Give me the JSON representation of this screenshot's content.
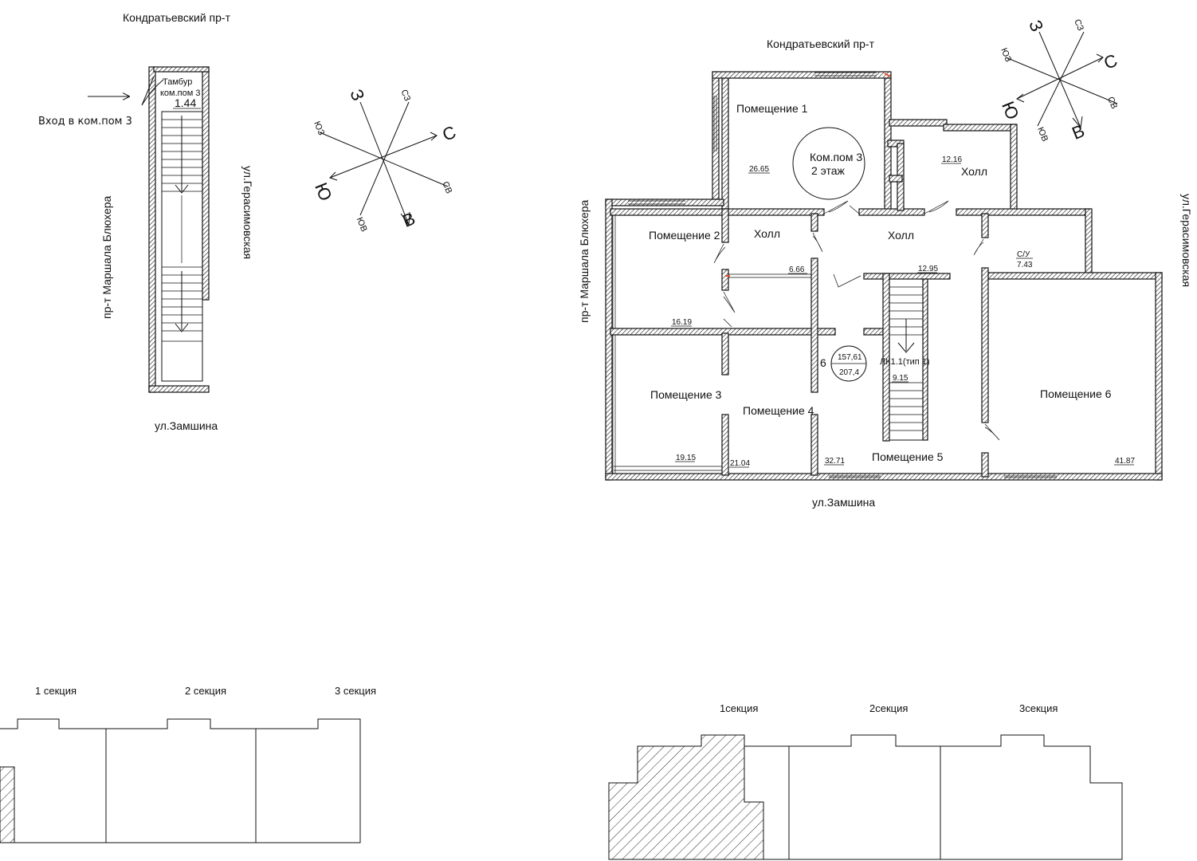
{
  "colors": {
    "ink": "#111111",
    "background": "#ffffff",
    "accent_red": "#e0502a"
  },
  "left_plan": {
    "street_top": "Кондратьевский пр-т",
    "street_left": "пр-т Маршала Блюхера",
    "street_right": "ул.Герасимовская",
    "street_bottom": "ул.Замшина",
    "entrance_label": "Вход в ком.пом 3",
    "vestibule": {
      "title": "Тамбур",
      "subtitle": "ком.пом 3",
      "area": "1.44"
    }
  },
  "compass_left": {
    "labels": {
      "n": "С",
      "s": "Ю",
      "e": "В",
      "w": "З",
      "ne": "СВ",
      "nw": "СЗ",
      "se": "ЮВ",
      "sw": "ЮЗ"
    }
  },
  "compass_right": {
    "labels": {
      "n": "С",
      "s": "Ю",
      "e": "В",
      "w": "З",
      "ne": "СВ",
      "nw": "СЗ",
      "se": "ЮВ",
      "sw": "ЮЗ"
    }
  },
  "right_plan": {
    "street_top": "Кондратьевский пр-т",
    "street_left": "пр-т Маршала Блюхера",
    "street_right": "ул.Герасимовская",
    "street_bottom": "ул.Замшина",
    "unit_badge": {
      "line1": "Ком.пом 3",
      "line2": "2 этаж"
    },
    "rooms": [
      {
        "name": "Помещение 1",
        "area": "26.65"
      },
      {
        "name": "Холл",
        "area": "12.16"
      },
      {
        "name": "Помещение 2",
        "area": "16.19"
      },
      {
        "name": "Холл",
        "area": "6.66"
      },
      {
        "name": "Холл",
        "area": "12.95"
      },
      {
        "name": "С/У",
        "area": "7.43"
      },
      {
        "name": "Помещение 3",
        "area": "19.15"
      },
      {
        "name": "Помещение 4",
        "area": "21.04"
      },
      {
        "name": "Помещение 5",
        "area": "32.71"
      },
      {
        "name": "Помещение 6",
        "area": "41.87"
      }
    ],
    "stair": {
      "label": "ЛК1.1(тип 1)",
      "area": "9.15"
    },
    "totals": {
      "index": "6",
      "top": "157,61",
      "bottom": "207,4"
    }
  },
  "key_plan_left": {
    "sections": [
      "1 секция",
      "2 секция",
      "3 секция"
    ]
  },
  "key_plan_right": {
    "sections": [
      "1секция",
      "2секция",
      "3секция"
    ]
  }
}
